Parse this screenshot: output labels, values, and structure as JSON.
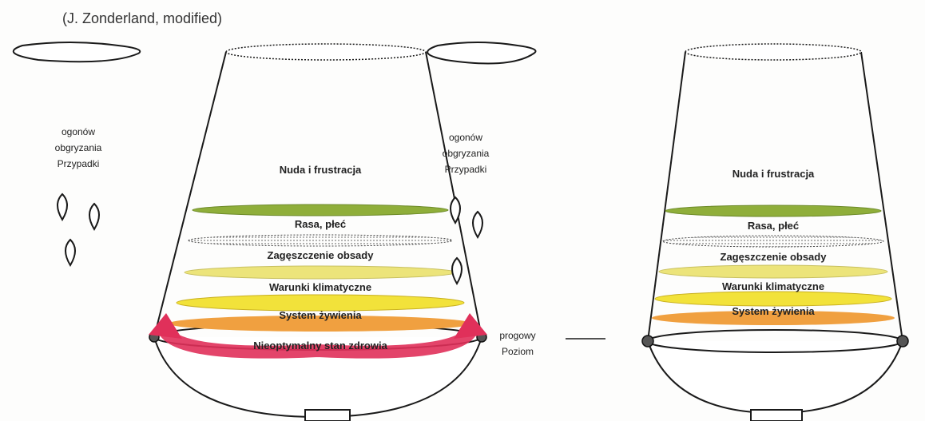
{
  "caption": "(J. Zonderland, modified)",
  "left_barrel": {
    "top_label": "Nuda i frustracja",
    "layers": [
      "Rasa, płeć",
      "Zagęszczenie obsady",
      "Warunki klimatyczne",
      "System żywienia"
    ],
    "bottom_label": "Nieoptymalny stan zdrowia",
    "side_label_left": [
      "Przypadki",
      "obgryzania",
      "ogonów"
    ],
    "side_label_right": [
      "Przypadki",
      "obgryzania",
      "ogonów"
    ]
  },
  "right_barrel": {
    "top_label": "Nuda i frustracja",
    "layers": [
      "Rasa, płeć",
      "Zagęszczenie obsady",
      "Warunki klimatyczne",
      "System żywienia"
    ]
  },
  "threshold_label": [
    "Poziom",
    "progowy"
  ],
  "colors": {
    "green": "#8fae3a",
    "dotted": "#e8ead0",
    "yellow_light": "#ece47a",
    "yellow": "#f2e23a",
    "orange": "#f0a040",
    "red_arrow": "#e0305a",
    "outline": "#1a1a1a"
  }
}
